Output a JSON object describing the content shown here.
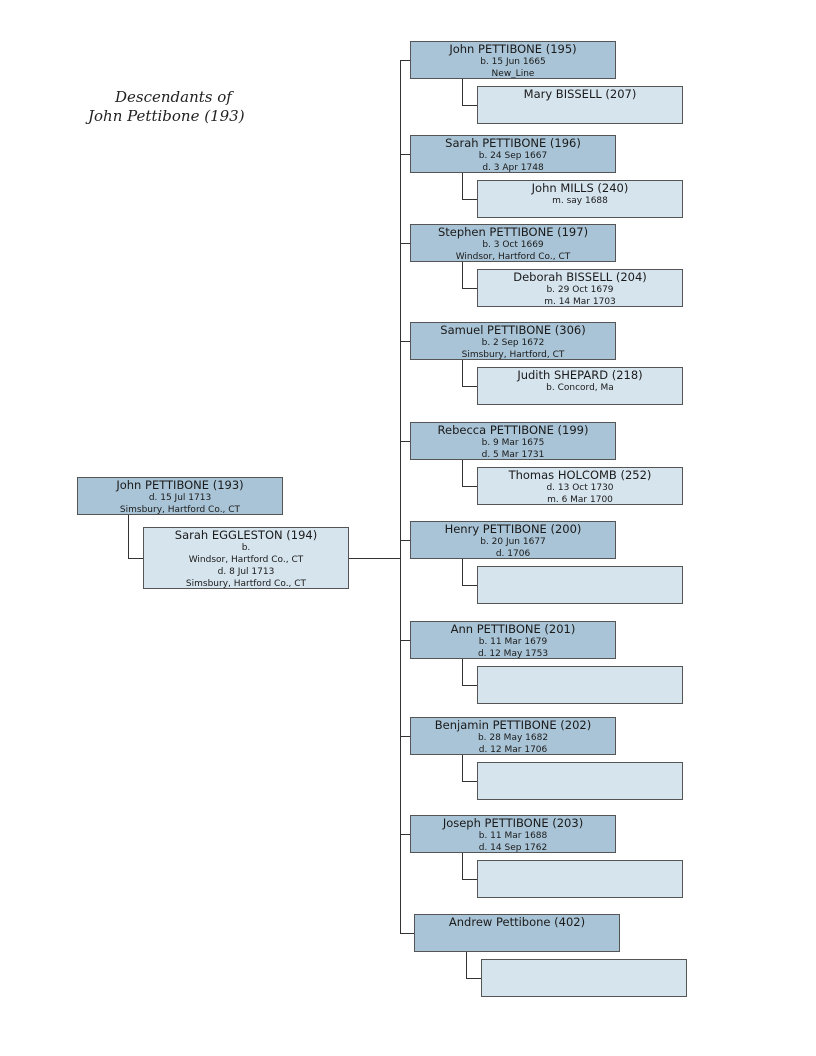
{
  "title": {
    "line1": "Descendants of",
    "line2": "John Pettibone  (193)"
  },
  "root": {
    "person": {
      "name": "John PETTIBONE (193)",
      "lines": [
        "d. 15 Jul 1713",
        "Simsbury, Hartford Co., CT"
      ]
    },
    "spouse": {
      "name": "Sarah EGGLESTON (194)",
      "lines": [
        "b.",
        "Windsor, Hartford Co., CT",
        "d. 8 Jul 1713",
        "Simsbury, Hartford Co., CT"
      ]
    }
  },
  "children": [
    {
      "name": "John PETTIBONE (195)",
      "lines": [
        "b. 15 Jun 1665",
        "New_Line"
      ],
      "spouse": {
        "name": "Mary BISSELL (207)",
        "lines": []
      }
    },
    {
      "name": "Sarah PETTIBONE (196)",
      "lines": [
        "b. 24 Sep 1667",
        "d. 3 Apr 1748"
      ],
      "spouse": {
        "name": "John MILLS (240)",
        "lines": [
          "m. say 1688"
        ]
      }
    },
    {
      "name": "Stephen PETTIBONE (197)",
      "lines": [
        "b. 3 Oct 1669",
        "Windsor, Hartford Co., CT"
      ],
      "spouse": {
        "name": "Deborah BISSELL (204)",
        "lines": [
          "b. 29 Oct 1679",
          "m. 14 Mar 1703"
        ]
      }
    },
    {
      "name": "Samuel PETTIBONE (306)",
      "lines": [
        "b. 2 Sep 1672",
        "Simsbury, Hartford, CT"
      ],
      "spouse": {
        "name": "Judith SHEPARD (218)",
        "lines": [
          "b. Concord, Ma"
        ]
      }
    },
    {
      "name": "Rebecca PETTIBONE (199)",
      "lines": [
        "b. 9 Mar 1675",
        "d. 5 Mar 1731"
      ],
      "spouse": {
        "name": "Thomas HOLCOMB (252)",
        "lines": [
          "d. 13 Oct 1730",
          "m. 6 Mar 1700"
        ]
      }
    },
    {
      "name": "Henry PETTIBONE (200)",
      "lines": [
        "b. 20 Jun 1677",
        "d. 1706"
      ],
      "spouse": {
        "name": "",
        "lines": []
      }
    },
    {
      "name": "Ann PETTIBONE (201)",
      "lines": [
        "b. 11 Mar 1679",
        "d. 12 May 1753"
      ],
      "spouse": {
        "name": "",
        "lines": []
      }
    },
    {
      "name": "Benjamin PETTIBONE (202)",
      "lines": [
        "b. 28 May 1682",
        "d. 12 Mar 1706"
      ],
      "spouse": {
        "name": "",
        "lines": []
      }
    },
    {
      "name": "Joseph PETTIBONE (203)",
      "lines": [
        "b. 11 Mar 1688",
        "d. 14 Sep 1762"
      ],
      "spouse": {
        "name": "",
        "lines": []
      }
    },
    {
      "name": "Andrew Pettibone (402)",
      "lines": [],
      "spouse": {
        "name": "",
        "lines": []
      }
    }
  ],
  "colors": {
    "person_box": "#a9c4d6",
    "spouse_box": "#d6e4ee",
    "line": "#333333"
  }
}
